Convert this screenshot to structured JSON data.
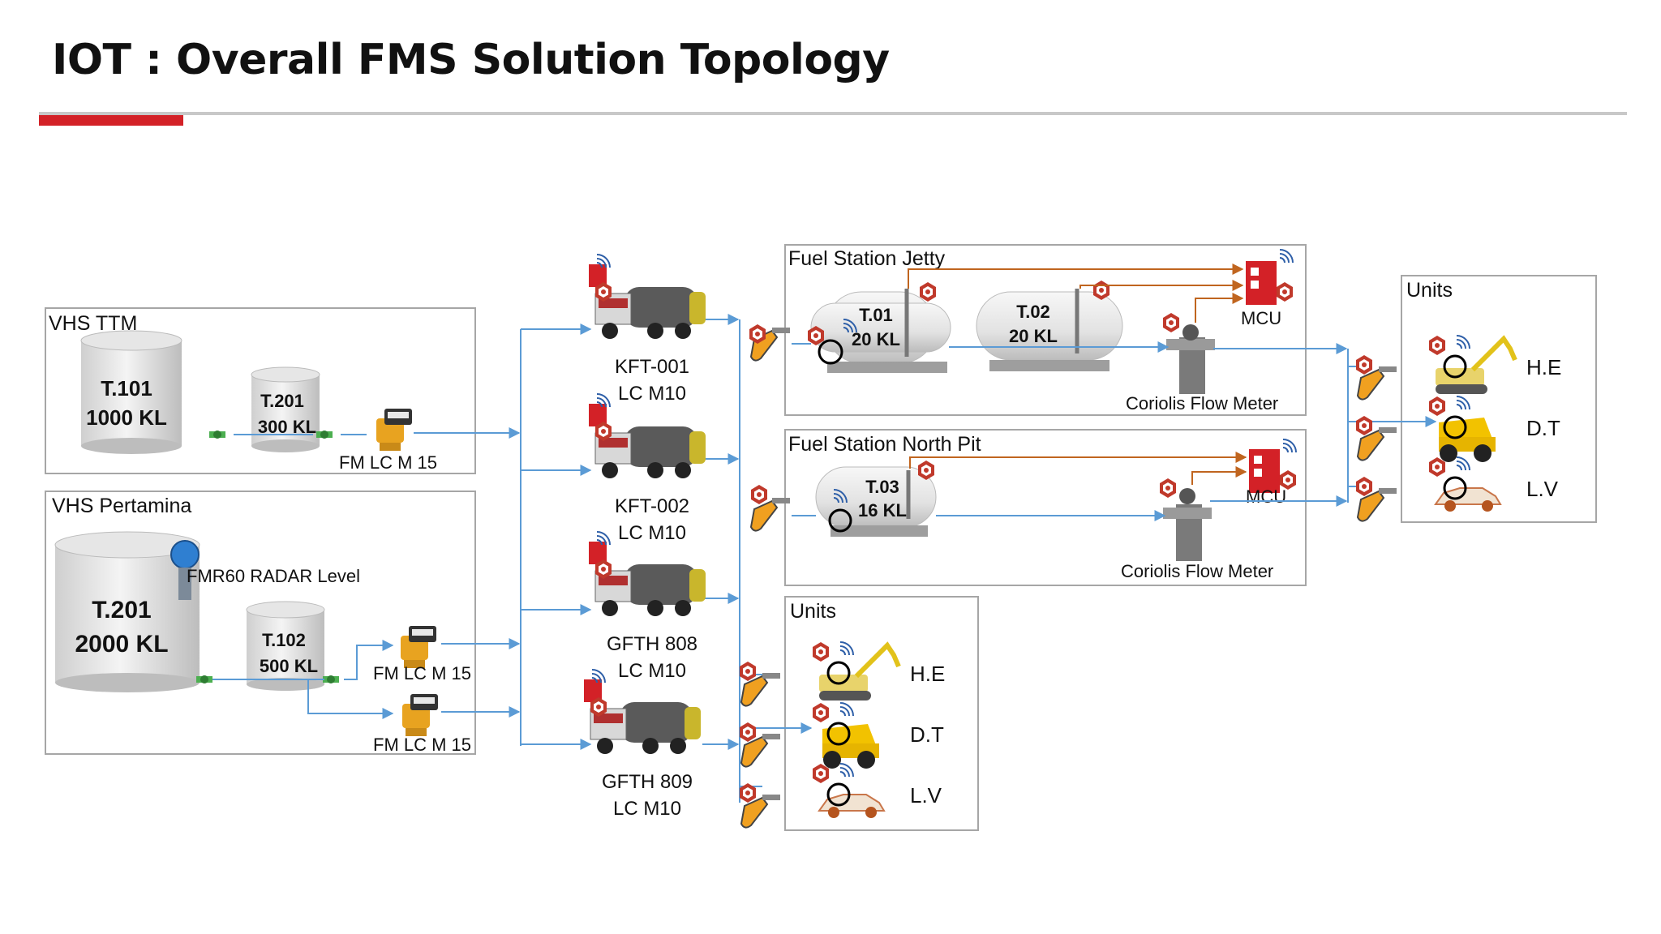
{
  "title": "IOT : Overall FMS Solution Topology",
  "colors": {
    "accent_red": "#d32127",
    "flow_blue": "#5b9bd5",
    "signal_orange": "#c0651f",
    "box_border": "#a6a6a6"
  },
  "groups": {
    "vhs_ttm": "VHS TTM",
    "vhs_pertamina": "VHS Pertamina",
    "fuel_station_jetty": "Fuel Station Jetty",
    "fuel_station_north_pit": "Fuel Station North Pit",
    "units_right": "Units",
    "units_bottom": "Units"
  },
  "tanks": {
    "t101": {
      "name": "T.101",
      "capacity": "1000 KL"
    },
    "t201_ttm": {
      "name": "T.201",
      "capacity": "300 KL"
    },
    "t201_pertamina": {
      "name": "T.201",
      "capacity": "2000 KL"
    },
    "t102": {
      "name": "T.102",
      "capacity": "500 KL"
    },
    "t01": {
      "name": "T.01",
      "capacity": "20 KL"
    },
    "t02": {
      "name": "T.02",
      "capacity": "20 KL"
    },
    "t03": {
      "name": "T.03",
      "capacity": "16 KL"
    }
  },
  "meters": {
    "fm_ttm": "FM LC M 15",
    "fm_pert_1": "FM LC M 15",
    "fm_pert_2": "FM LC M 15",
    "radar": "FMR60 RADAR Level",
    "coriolis_jetty": "Coriolis Flow Meter",
    "coriolis_north": "Coriolis Flow Meter",
    "mcu_jetty": "MCU",
    "mcu_north": "MCU"
  },
  "trucks": [
    {
      "id": "KFT-001",
      "meter": "LC M10"
    },
    {
      "id": "KFT-002",
      "meter": "LC M10"
    },
    {
      "id": "GFTH 808",
      "meter": "LC M10"
    },
    {
      "id": "GFTH 809",
      "meter": "LC M10"
    }
  ],
  "units_right": [
    {
      "label": "H.E",
      "icon": "excavator-icon"
    },
    {
      "label": "D.T",
      "icon": "dump-truck-icon"
    },
    {
      "label": "L.V",
      "icon": "light-vehicle-icon"
    }
  ],
  "units_bottom": [
    {
      "label": "H.E",
      "icon": "excavator-icon"
    },
    {
      "label": "D.T",
      "icon": "dump-truck-icon"
    },
    {
      "label": "L.V",
      "icon": "light-vehicle-icon"
    }
  ]
}
